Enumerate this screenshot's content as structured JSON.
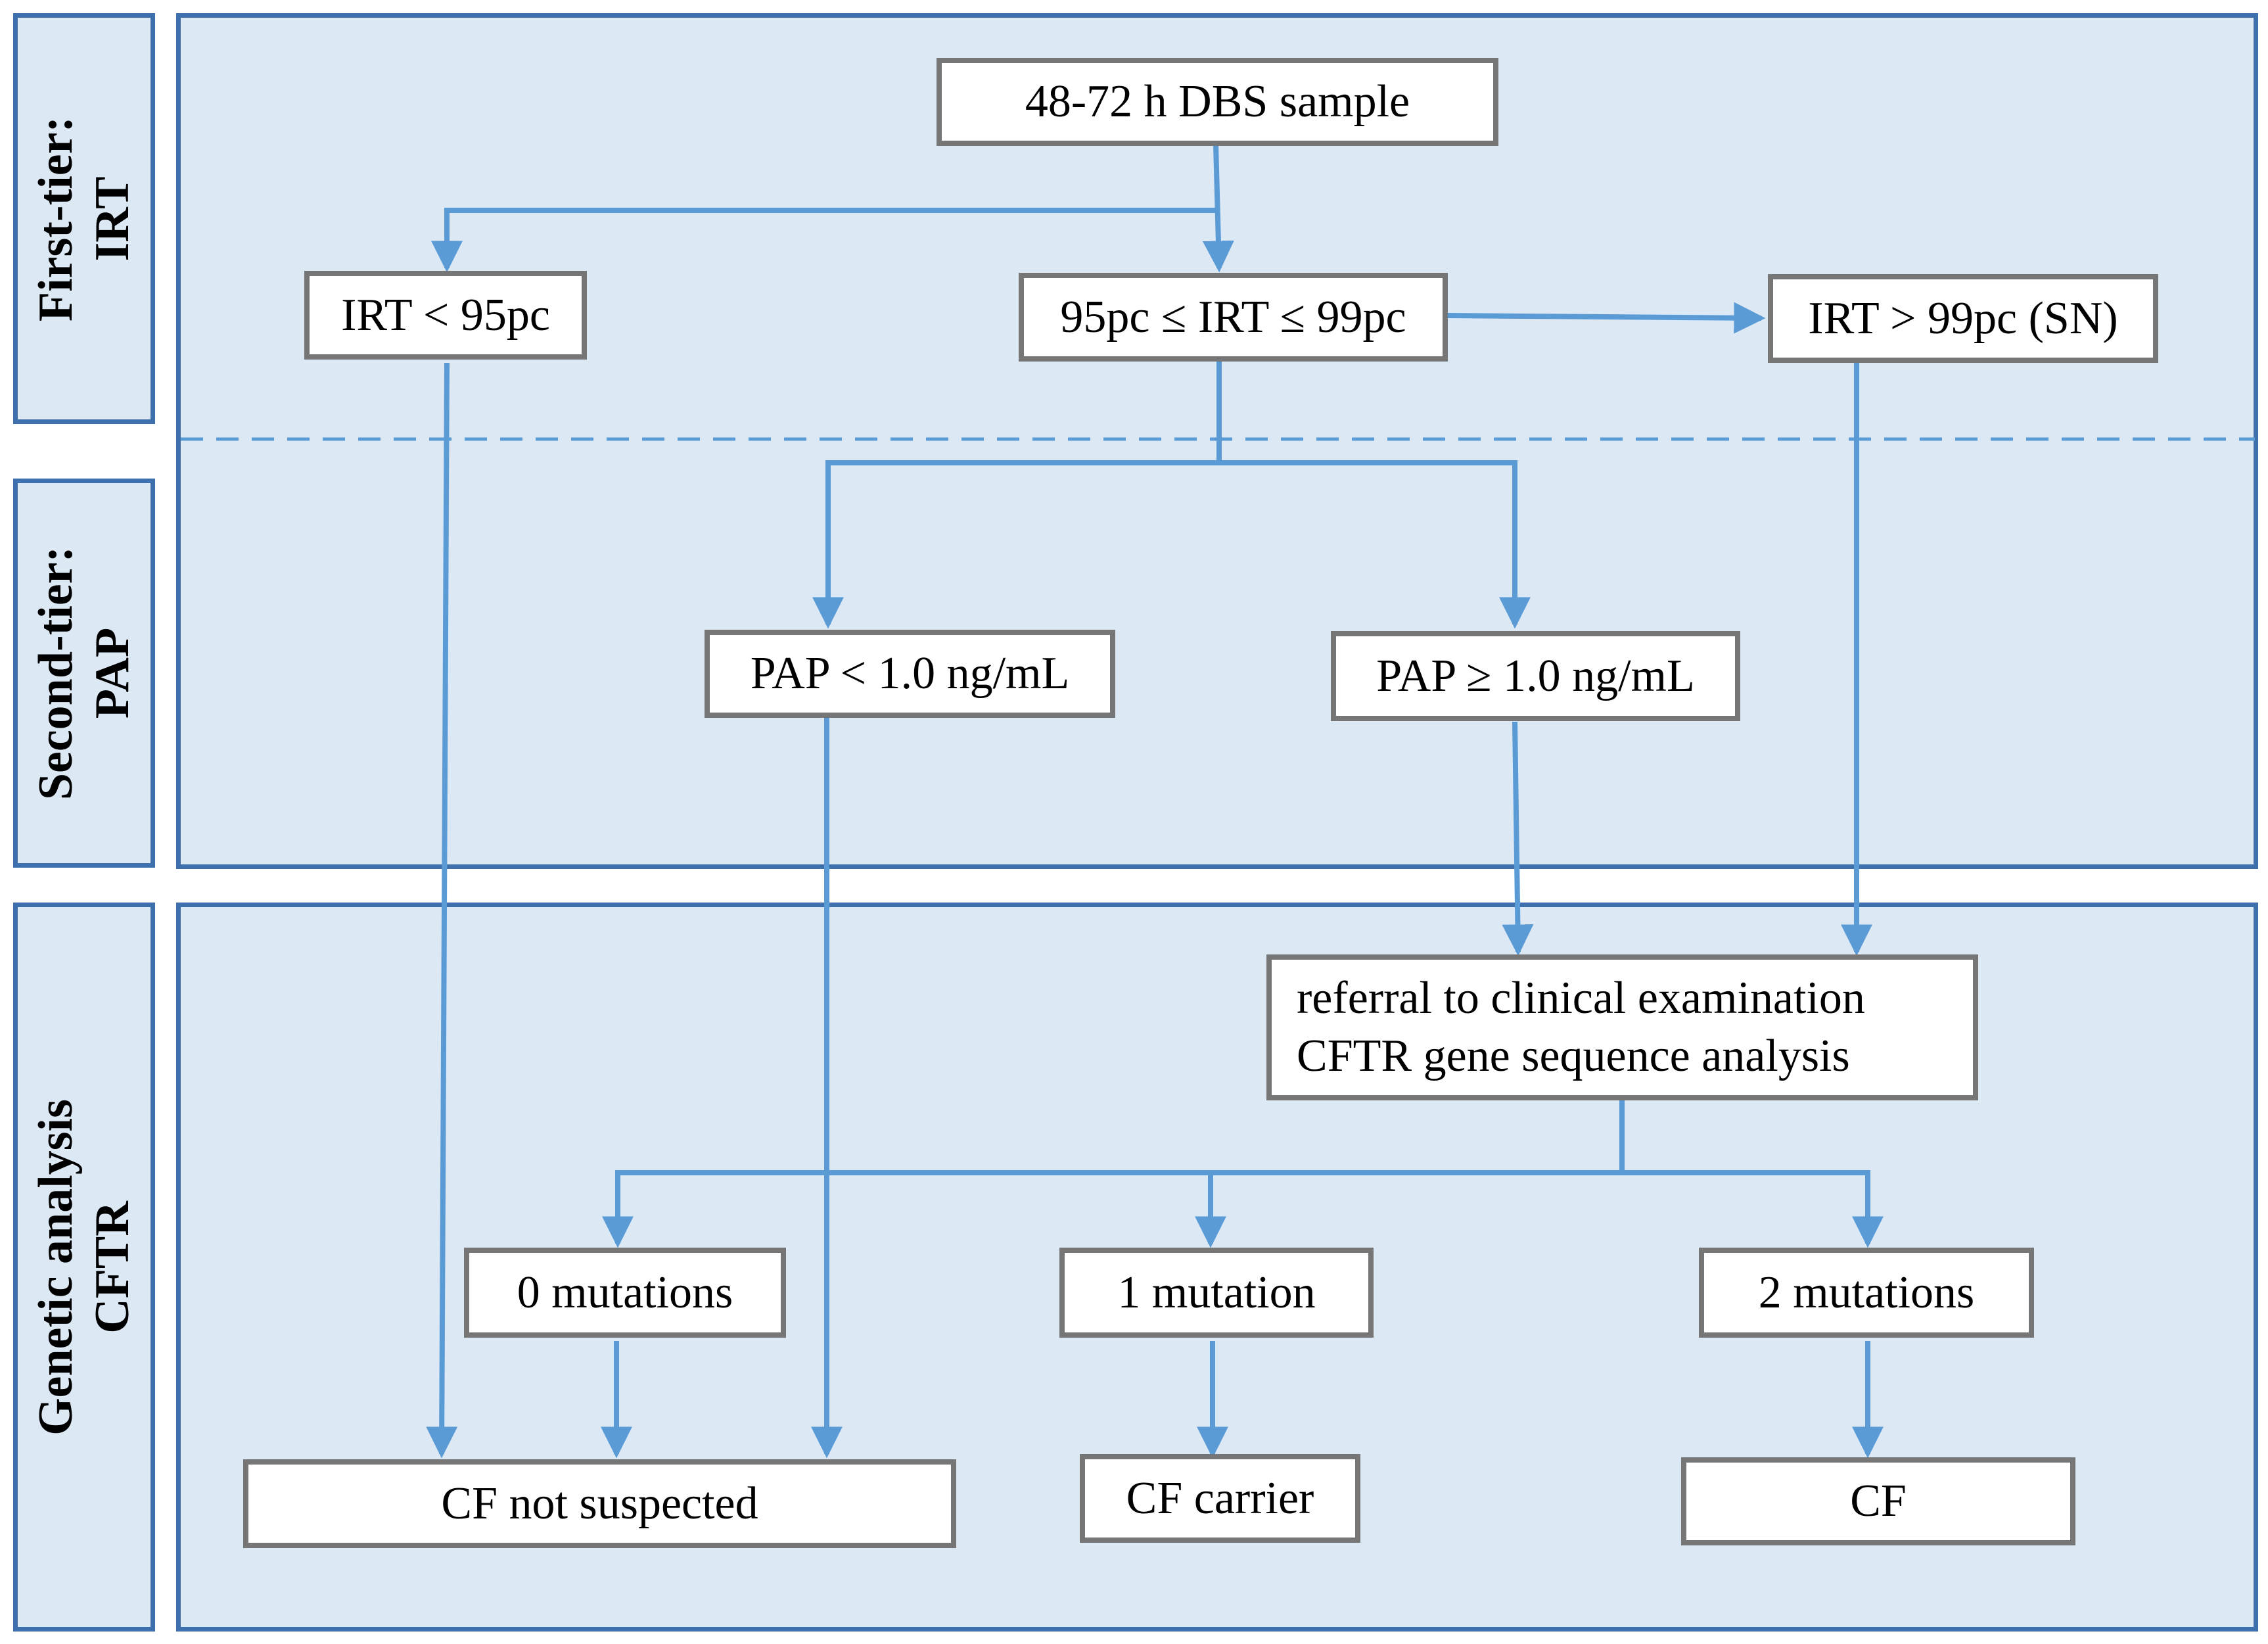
{
  "tiers": {
    "first": [
      "First-tier:",
      "IRT"
    ],
    "second": [
      "Second-tier:",
      "PAP"
    ],
    "third": [
      "Genetic analysis",
      "CFTR"
    ]
  },
  "nodes": {
    "sample": "48-72 h DBS sample",
    "irt_low": "IRT < 95pc",
    "irt_mid": "95pc ≤ IRT ≤ 99pc",
    "irt_high": "IRT > 99pc (SN)",
    "pap_low": "PAP < 1.0 ng/mL",
    "pap_high": "PAP ≥ 1.0 ng/mL",
    "referral": [
      "referral to clinical examination",
      "CFTR gene sequence analysis"
    ],
    "mut0": "0 mutations",
    "mut1": "1 mutation",
    "mut2": "2 mutations",
    "not_suspected": "CF not suspected",
    "carrier": "CF carrier",
    "cf": "CF"
  },
  "colors": {
    "panel_fill": "#dde8f5",
    "panel_border": "#3e70ae",
    "arrow": "#5b9bd5",
    "box_border": "#767676"
  }
}
